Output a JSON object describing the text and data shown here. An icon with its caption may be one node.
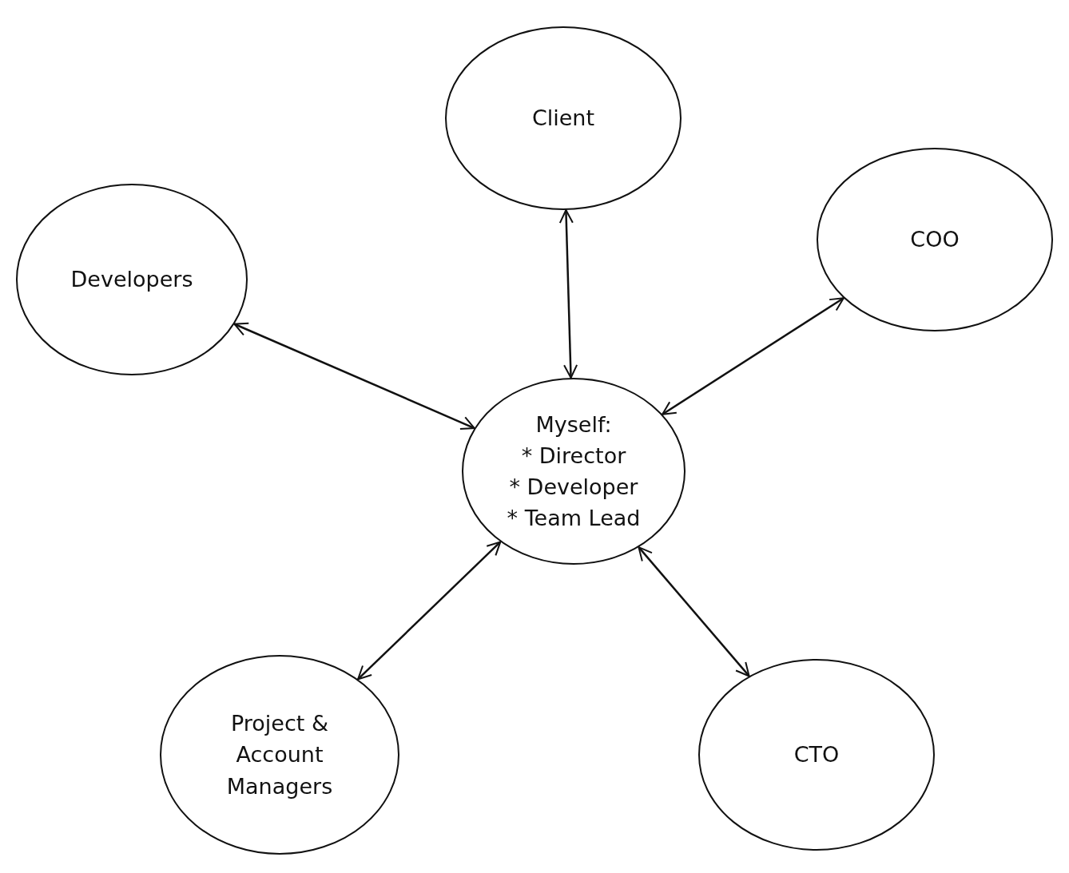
{
  "diagram": {
    "nodes": [
      {
        "text": [
          "Client"
        ]
      },
      {
        "text": [
          "Developers"
        ]
      },
      {
        "text": [
          "COO"
        ]
      },
      {
        "text": [
          "Myself:",
          "* Director",
          "* Developer",
          "* Team Lead"
        ]
      },
      {
        "text": [
          "Project & Account Managers"
        ]
      },
      {
        "text": [
          "CTO"
        ]
      }
    ],
    "edges": [
      {
        "from": 3,
        "to": 0,
        "arrow": "both"
      },
      {
        "from": 3,
        "to": 1,
        "arrow": "both"
      },
      {
        "from": 3,
        "to": 2,
        "arrow": "both"
      },
      {
        "from": 3,
        "to": 4,
        "arrow": "both"
      },
      {
        "from": 3,
        "to": 5,
        "arrow": "both"
      }
    ]
  }
}
